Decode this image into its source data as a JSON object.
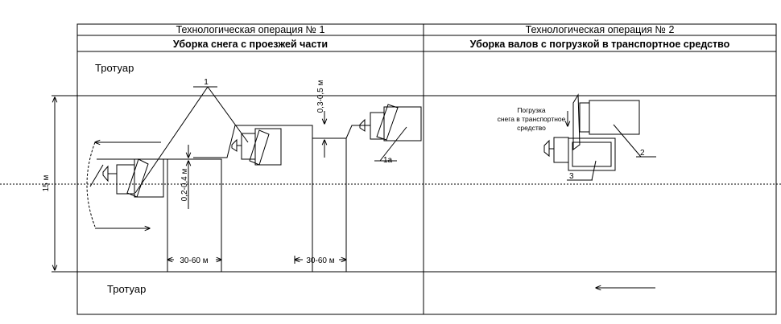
{
  "columns": [
    {
      "operation": "Технологическая операция № 1",
      "title": "Уборка снега с проезжей части"
    },
    {
      "operation": "Технологическая операция № 2",
      "title": "Уборка валов с погрузкой в транспортное средство"
    }
  ],
  "sidewalk_top": "Тротуар",
  "sidewalk_bottom": "Тротуар",
  "road_width": "15 м",
  "dims": {
    "gap_high": "0,3-0,5 м",
    "gap_low": "0,2-0,4 м",
    "step_1": "30-60 м",
    "step_2": "30-60 м"
  },
  "callouts": {
    "c1": "1",
    "c1a": "1а",
    "c2": "2",
    "c3": "3"
  },
  "loading_note": [
    "Погрузка",
    "снега в транспортное",
    "средство"
  ]
}
